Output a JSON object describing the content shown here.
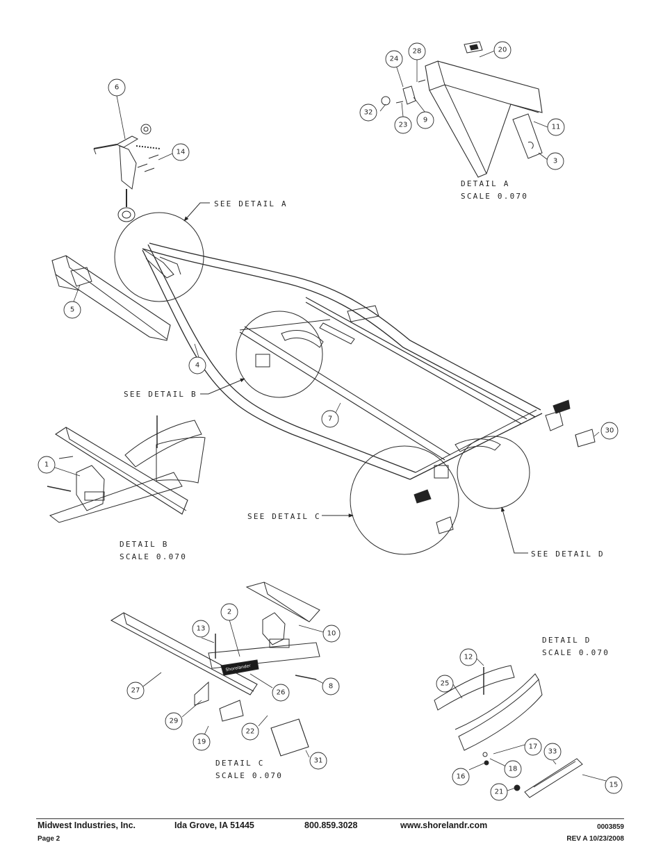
{
  "details": {
    "a_title": "DETAIL  A",
    "a_scale": "SCALE  0.070",
    "b_title": "DETAIL  B",
    "b_scale": "SCALE  0.070",
    "c_title": "DETAIL  C",
    "c_scale": "SCALE  0.070",
    "d_title": "DETAIL  D",
    "d_scale": "SCALE  0.070"
  },
  "callouts": {
    "see_a": "SEE DETAIL  A",
    "see_b": "SEE DETAIL  B",
    "see_c": "SEE DETAIL  C",
    "see_d": "SEE DETAIL  D"
  },
  "balloons": {
    "b6": "6",
    "b14": "14",
    "b5": "5",
    "b4": "4",
    "b7": "7",
    "b30": "30",
    "b1": "1",
    "b24": "24",
    "b28": "28",
    "b20": "20",
    "b32": "32",
    "b23": "23",
    "b9": "9",
    "b11": "11",
    "b3": "3",
    "b13": "13",
    "b2": "2",
    "b10": "10",
    "b27": "27",
    "b8": "8",
    "b26": "26",
    "b29": "29",
    "b22": "22",
    "b19": "19",
    "b31": "31",
    "b12": "12",
    "b25": "25",
    "b17": "17",
    "b33": "33",
    "b16": "16",
    "b18": "18",
    "b21": "21",
    "b15": "15"
  },
  "brand_plate": "Shorelander",
  "footer": {
    "company": "Midwest Industries, Inc.",
    "location": "Ida Grove, IA  51445",
    "phone": "800.859.3028",
    "website": "www.shorelandr.com",
    "doc_number": "0003859",
    "page": "Page 2",
    "revision": "REV A  10/23/2008"
  }
}
